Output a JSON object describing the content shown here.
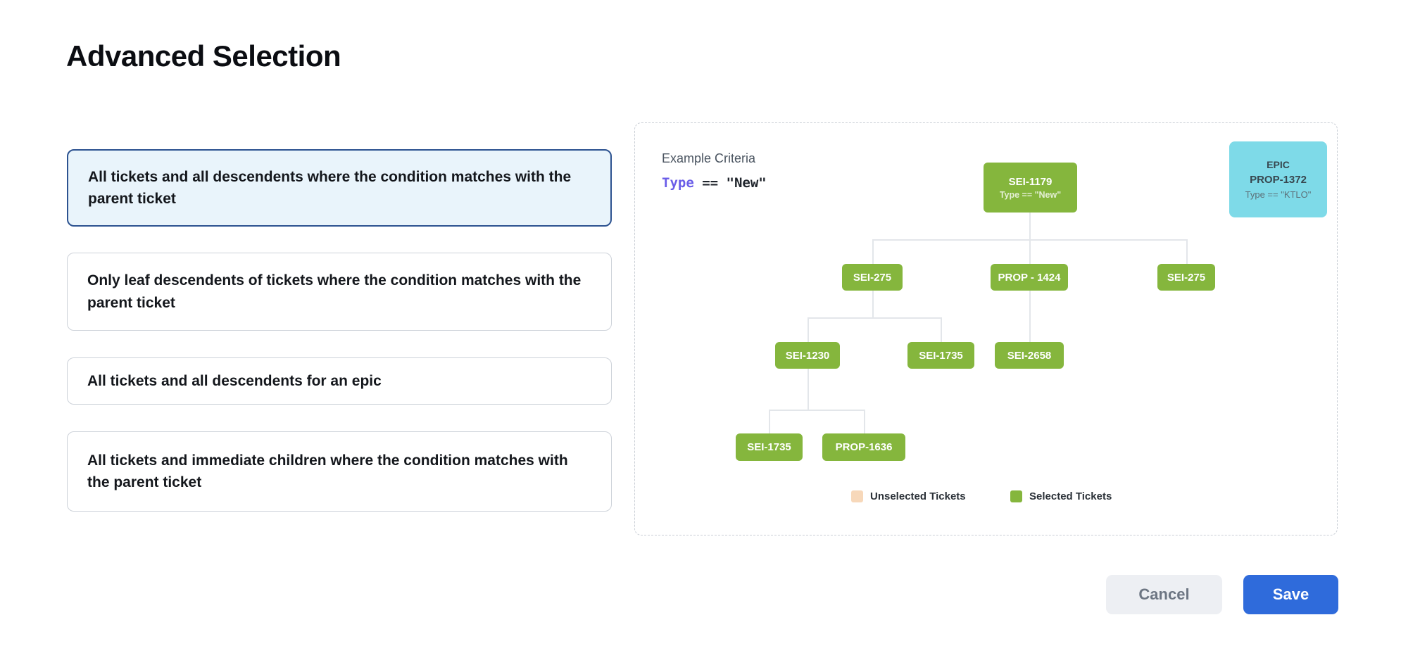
{
  "page": {
    "title": "Advanced Selection"
  },
  "options": [
    {
      "label": "All tickets and all descendents where the condition matches with the parent ticket",
      "selected": true
    },
    {
      "label": "Only leaf descendents of tickets where the condition matches with the parent ticket",
      "selected": false
    },
    {
      "label": "All tickets and all descendents for an epic",
      "selected": false
    },
    {
      "label": "All tickets and immediate children where the condition matches with the parent ticket",
      "selected": false
    }
  ],
  "preview": {
    "criteria_label": "Example Criteria",
    "criteria_field": "Type",
    "criteria_rest": " == \"New\"",
    "epic_card": {
      "type": "EPIC",
      "id": "PROP-1372",
      "condition": "Type == \"KTLO\""
    },
    "tree": {
      "root": {
        "label": "SEI-1179",
        "condition": "Type == \"New\""
      },
      "level2": [
        "SEI-275",
        "PROP - 1424",
        "SEI-275"
      ],
      "level3": [
        "SEI-1230",
        "SEI-1735",
        "SEI-2658"
      ],
      "level4": [
        "SEI-1735",
        "PROP-1636"
      ]
    },
    "legend": [
      {
        "label": "Unselected Tickets",
        "color": "#f7d8ba"
      },
      {
        "label": "Selected Tickets",
        "color": "#85b63d"
      }
    ]
  },
  "footer": {
    "cancel_label": "Cancel",
    "save_label": "Save"
  },
  "colors": {
    "selected_card_bg": "#e9f4fb",
    "selected_card_border": "#2c5290",
    "node_green": "#85b63d",
    "epic_cyan": "#7edae8",
    "criteria_field_purple": "#6a5de8",
    "save_blue": "#2f6bdb"
  }
}
